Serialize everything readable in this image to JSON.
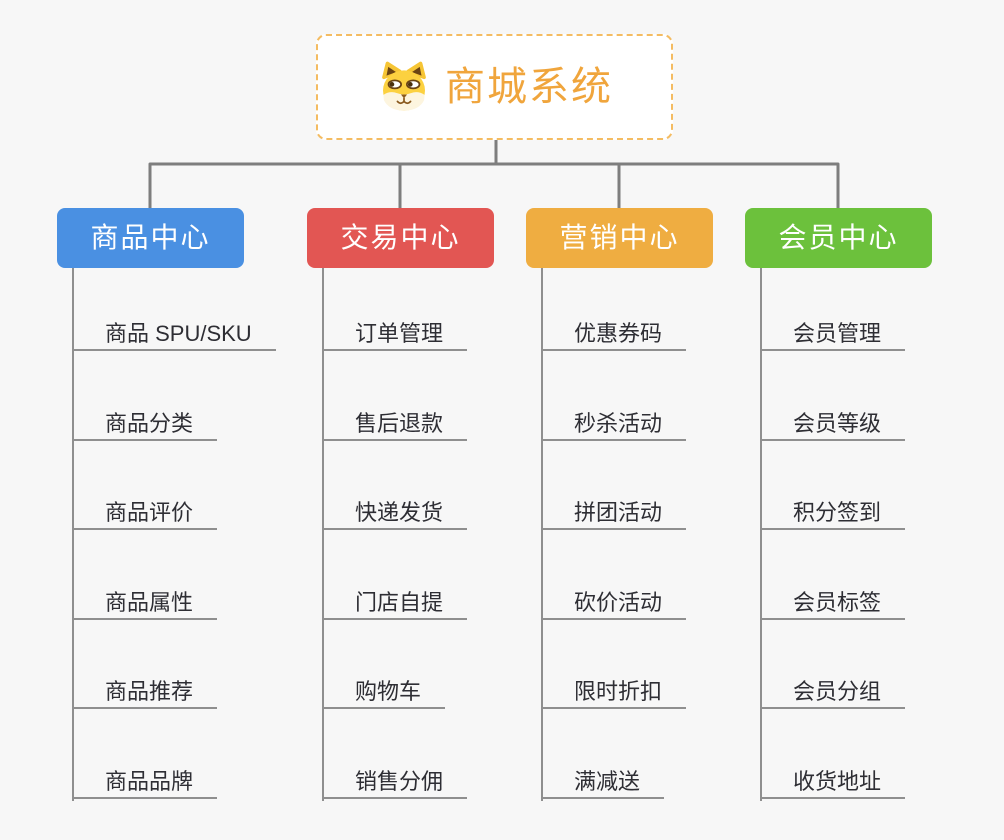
{
  "root": {
    "title": "商城系统",
    "icon": "dog-face-icon"
  },
  "colors": {
    "background": "#f7f7f7",
    "connector": "#7e7e7e",
    "sub_line": "#8f8f8f",
    "item_text": "#2e2e34",
    "root_title": "#F0A53C",
    "root_border": "#F4BC62",
    "root_bg": "#ffffff",
    "branch_text": "#ffffff"
  },
  "branches": [
    {
      "label": "商品中心",
      "color": "#4A90E2",
      "items": [
        "商品 SPU/SKU",
        "商品分类",
        "商品评价",
        "商品属性",
        "商品推荐",
        "商品品牌"
      ]
    },
    {
      "label": "交易中心",
      "color": "#E25653",
      "items": [
        "订单管理",
        "售后退款",
        "快递发货",
        "门店自提",
        "购物车",
        "销售分佣"
      ]
    },
    {
      "label": "营销中心",
      "color": "#EFAD41",
      "items": [
        "优惠券码",
        "秒杀活动",
        "拼团活动",
        "砍价活动",
        "限时折扣",
        "满减送"
      ]
    },
    {
      "label": "会员中心",
      "color": "#6CC13C",
      "items": [
        "会员管理",
        "会员等级",
        "积分签到",
        "会员标签",
        "会员分组",
        "收货地址"
      ]
    }
  ]
}
